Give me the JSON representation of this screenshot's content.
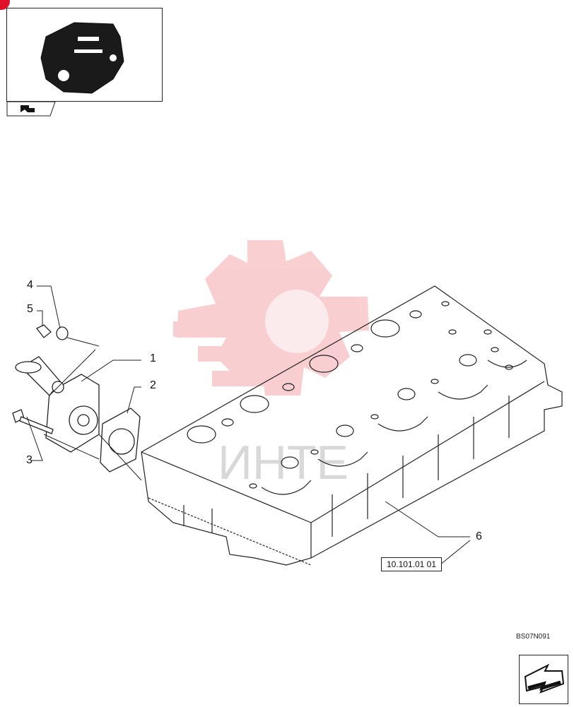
{
  "callouts": [
    {
      "id": "1",
      "label": "1"
    },
    {
      "id": "2",
      "label": "2"
    },
    {
      "id": "3",
      "label": "3"
    },
    {
      "id": "4",
      "label": "4"
    },
    {
      "id": "5",
      "label": "5"
    },
    {
      "id": "6",
      "label": "6"
    }
  ],
  "reference_box": {
    "text": "10.101.01 01"
  },
  "diagram_code": "BS07N091",
  "watermark": {
    "text": "ИНТЕ",
    "color": "#e8232f"
  },
  "icons": {
    "thumbnail": "engine-thumbnail-icon",
    "thumbnail_tab": "book-arrow-icon",
    "navigation": "next-page-arrow-icon"
  },
  "colors": {
    "line": "#222222",
    "watermark": "#e8232f",
    "corner_mark": "#e0102a"
  }
}
